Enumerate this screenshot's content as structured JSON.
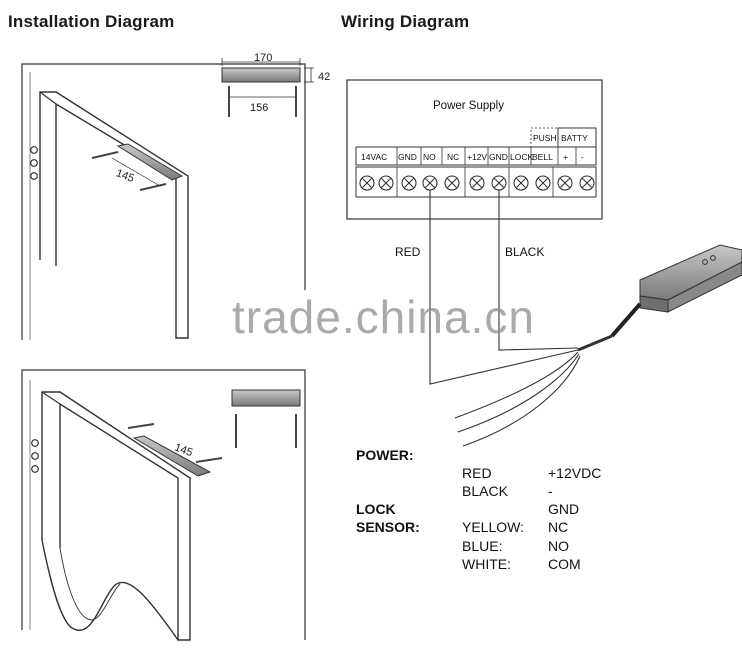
{
  "titles": {
    "installation": "Installation Diagram",
    "wiring": "Wiring Diagram"
  },
  "dimensions": {
    "top_length": "170",
    "height": "42",
    "inner_length": "156",
    "armature_top": "145",
    "armature_bottom": "145"
  },
  "power_supply": {
    "title": "Power Supply",
    "push_label": "PUSH",
    "battery_label": "BATTY",
    "terminals": [
      "14VAC",
      "GND",
      "NO",
      "NC",
      "+12V",
      "GND",
      "LOCK",
      "BELL",
      "+",
      "-"
    ]
  },
  "wires": {
    "red_label": "RED",
    "black_label": "BLACK"
  },
  "watermark": "trade.china.cn",
  "legend": {
    "power_heading": "POWER:",
    "power_rows": [
      {
        "color": "RED",
        "value": "+12VDC"
      },
      {
        "color": "BLACK",
        "value": "- GND"
      }
    ],
    "sensor_heading": "LOCK SENSOR:",
    "sensor_rows": [
      {
        "color": "YELLOW:",
        "value": "NC"
      },
      {
        "color": "BLUE:",
        "value": "NO"
      },
      {
        "color": "WHITE:",
        "value": "COM"
      }
    ]
  },
  "colors": {
    "line": "#333333",
    "lock_body": "#9a9a9a",
    "watermark": "#8e8e8e"
  }
}
